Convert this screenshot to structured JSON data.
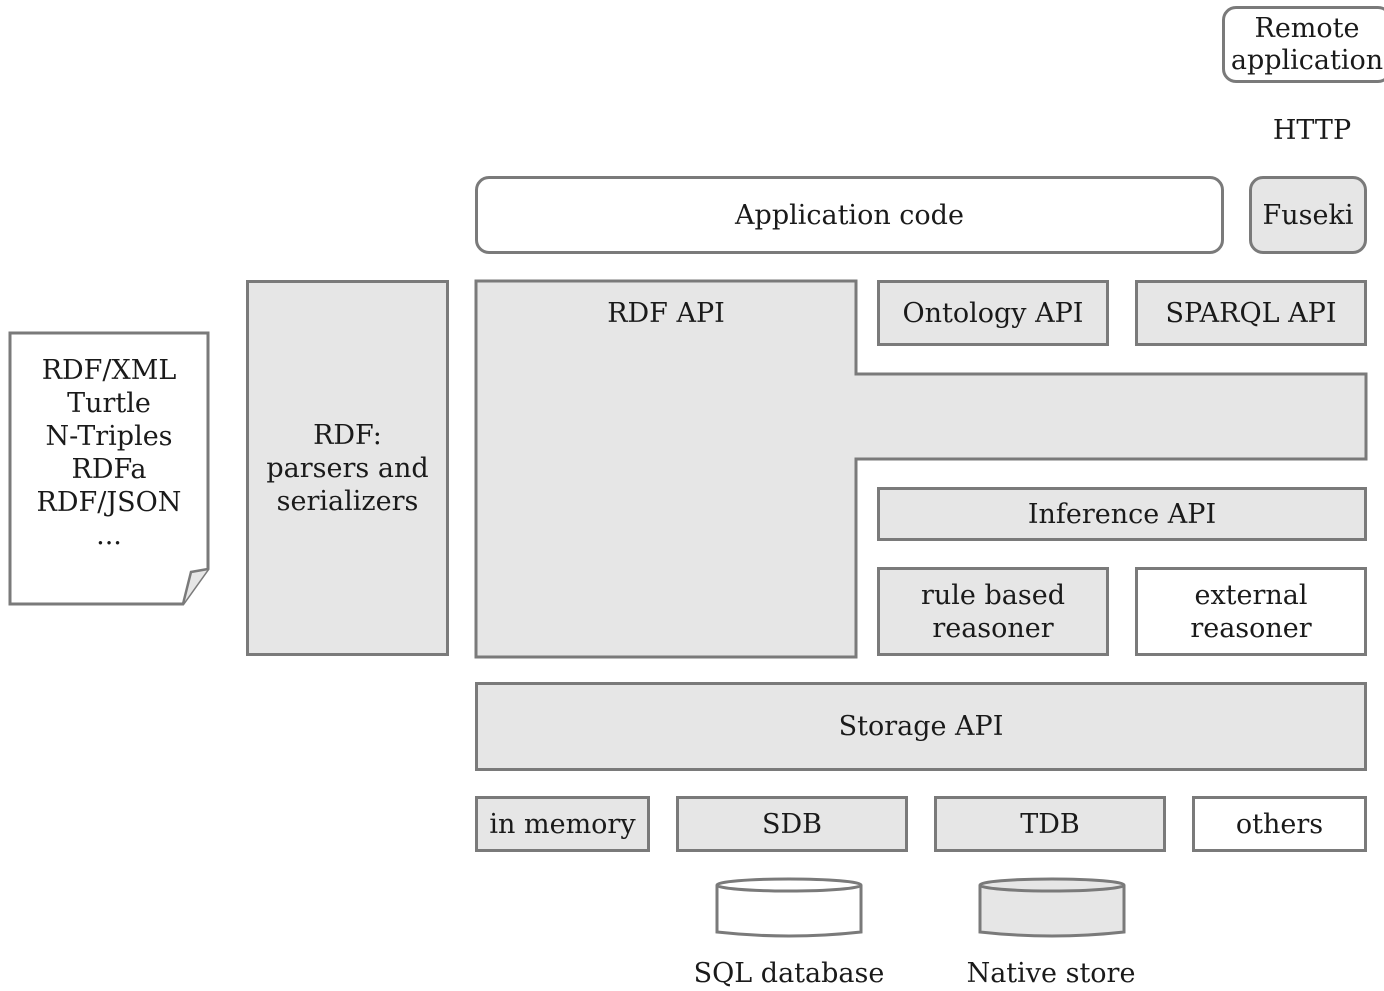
{
  "remote_application": "Remote\napplication",
  "http_label": "HTTP",
  "application_code": "Application code",
  "fuseki": "Fuseki",
  "formats": [
    "RDF/XML",
    "Turtle",
    "N-Triples",
    "RDFa",
    "RDF/JSON",
    "..."
  ],
  "parsers_serializers": [
    "RDF:",
    "parsers and",
    "serializers"
  ],
  "rdf_api": "RDF API",
  "ontology_api": "Ontology API",
  "sparql_api": "SPARQL API",
  "inference_api": "Inference API",
  "rule_based_reasoner": [
    "rule based",
    "reasoner"
  ],
  "external_reasoner": [
    "external",
    "reasoner"
  ],
  "storage_api": "Storage API",
  "stores": {
    "in_memory": "in memory",
    "sdb": "SDB",
    "tdb": "TDB",
    "others": "others"
  },
  "databases": {
    "sql": "SQL database",
    "native": "Native store"
  },
  "colors": {
    "fill_grey": "#e6e6e6",
    "fill_white": "#ffffff",
    "border": "#7a7a7a"
  }
}
